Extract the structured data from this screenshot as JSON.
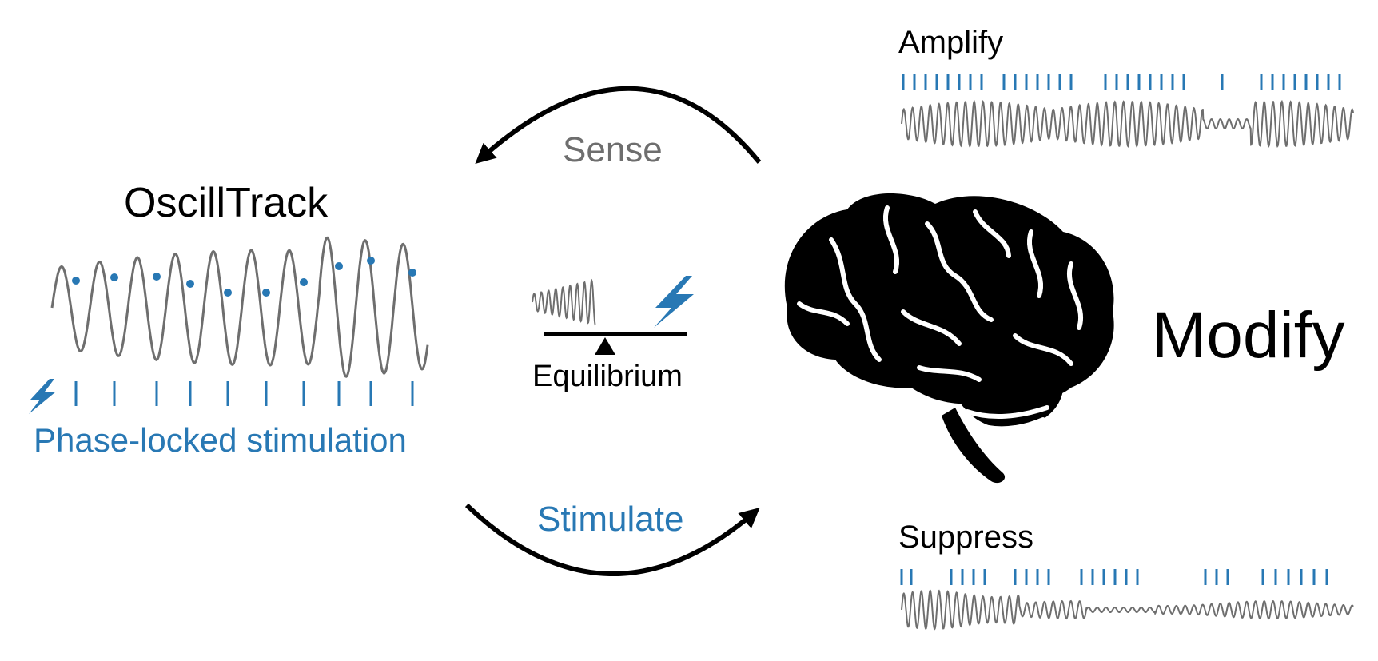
{
  "labels": {
    "title": "OscillTrack",
    "phase_locked": "Phase-locked stimulation",
    "sense": "Sense",
    "stimulate": "Stimulate",
    "equilibrium": "Equilibrium",
    "modify": "Modify",
    "amplify": "Amplify",
    "suppress": "Suppress"
  },
  "icons": {
    "brain": "brain-icon",
    "bolt": "lightning-bolt-icon",
    "balance": "balance-scale-icon"
  },
  "colors": {
    "accent": "#2878b4",
    "signal": "#6e6e6e",
    "ink": "#000000",
    "muted": "#6e6e6e"
  }
}
